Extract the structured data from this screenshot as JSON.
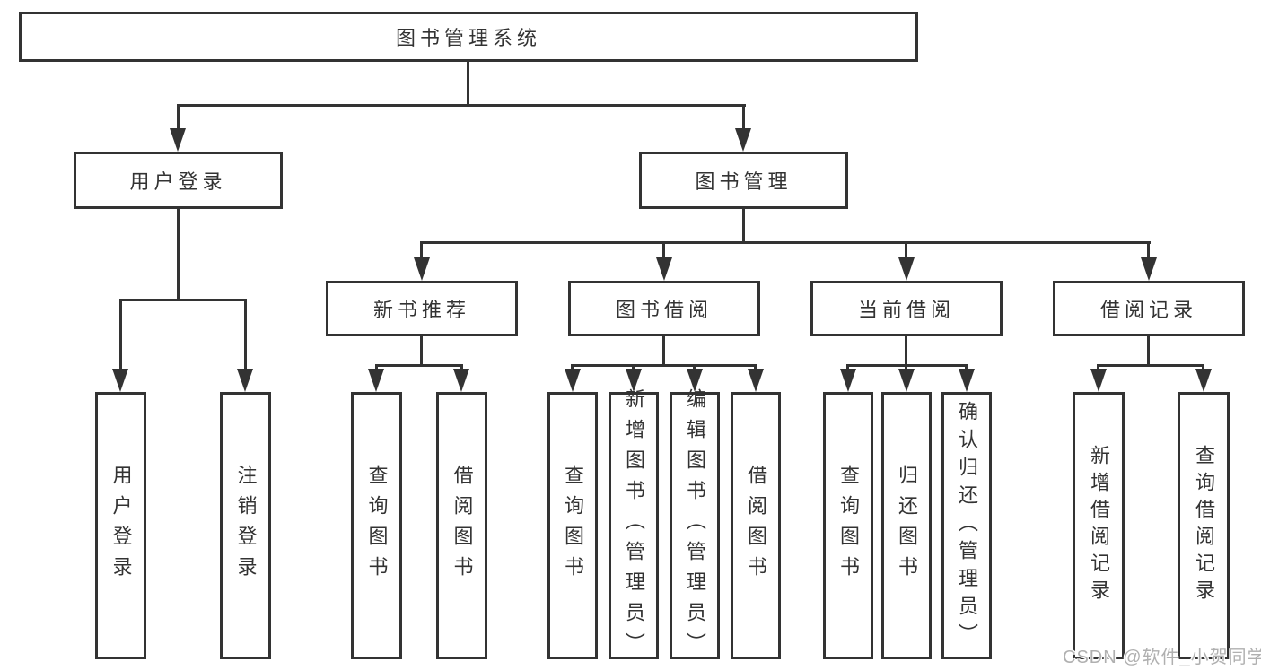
{
  "nodes": {
    "root": "图书管理系统",
    "l2": [
      "用户登录",
      "图书管理"
    ],
    "l3": [
      "新书推荐",
      "图书借阅",
      "当前借阅",
      "借阅记录"
    ],
    "login_leaves": [
      "用户登录",
      "注销登录"
    ],
    "recommend_leaves": [
      "查询图书",
      "借阅图书"
    ],
    "borrow_leaves": [
      "查询图书",
      "新增图书（管理员）",
      "编辑图书（管理员）",
      "借阅图书"
    ],
    "current_leaves": [
      "查询图书",
      "归还图书",
      "确认归还（管理员）"
    ],
    "records_leaves": [
      "新增借阅记录",
      "查询借阅记录"
    ]
  },
  "watermark": {
    "text": "CSDN @软件_小贺同学",
    "color": "#b0b0b0"
  },
  "colors": {
    "line": "#333333",
    "border": "#333333",
    "text": "#333333",
    "background": "#ffffff"
  }
}
